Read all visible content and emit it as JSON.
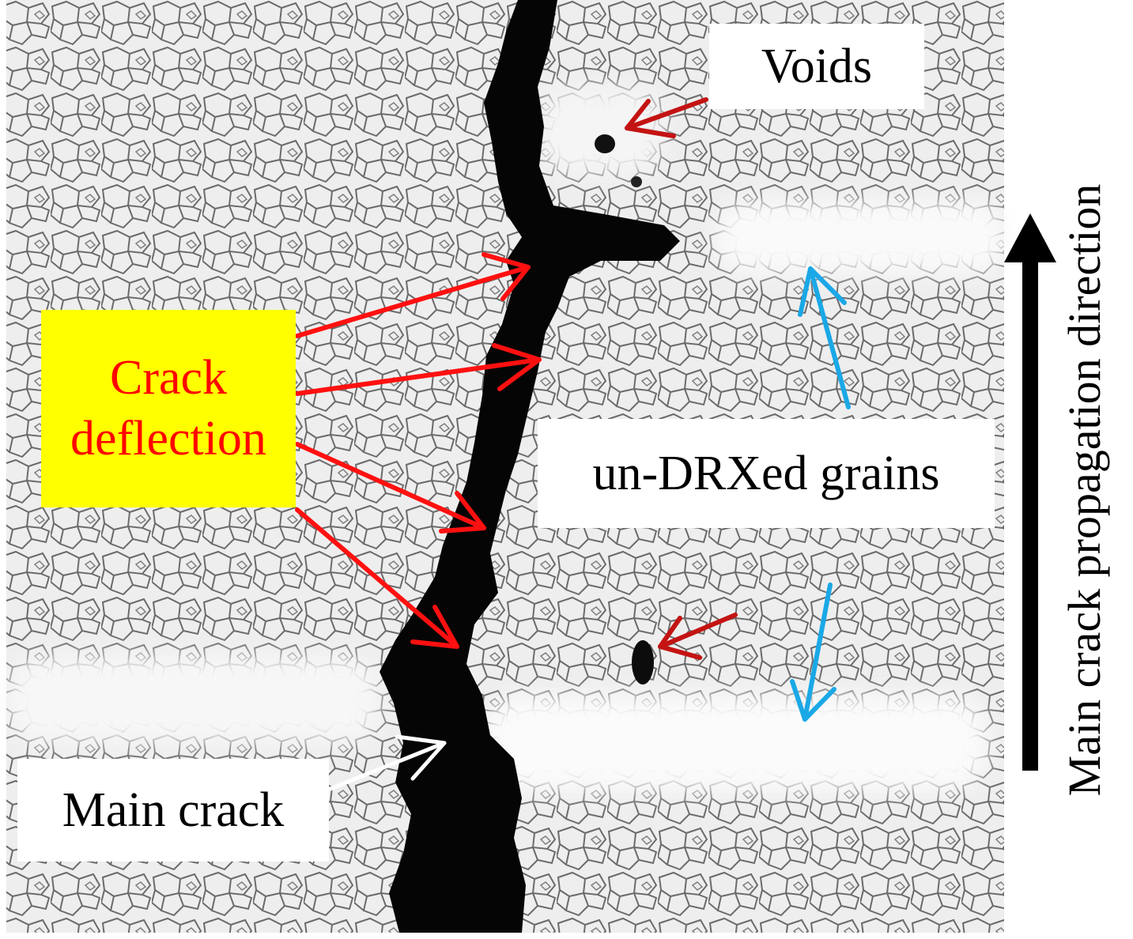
{
  "image": {
    "description_type": "micrograph",
    "labels": {
      "voids": "Voids",
      "crack_deflection_line1": "Crack",
      "crack_deflection_line2": "deflection",
      "undrx_grains": "un-DRXed grains",
      "main_crack": "Main crack",
      "propagation_direction": "Main crack propagation direction"
    },
    "colors": {
      "crack_arrows": "#ff1010",
      "crack_label_bg": "#ffff00",
      "crack_label_text": "#ff0000",
      "void_arrows": "#cc1111",
      "grain_arrows": "#1aa8e6",
      "main_crack_arrow": "#ffffff",
      "direction_arrow": "#000000"
    }
  }
}
